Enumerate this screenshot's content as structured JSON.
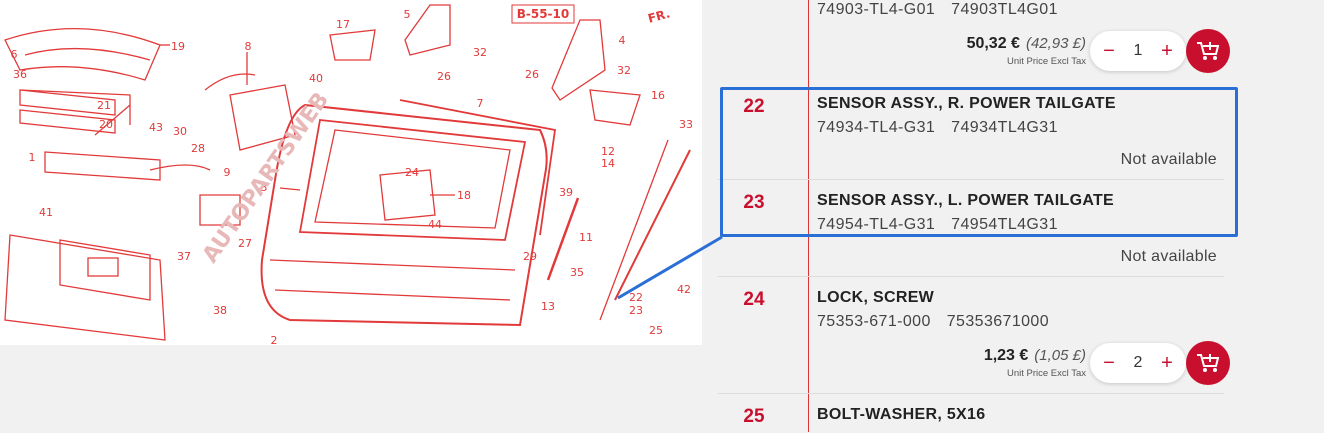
{
  "diagram": {
    "ref_label": "B-55-10",
    "direction_label": "FR.",
    "watermark": "AUTOPARTSWEB",
    "callouts": [
      "1",
      "2",
      "3",
      "4",
      "5",
      "6",
      "7",
      "8",
      "9",
      "11",
      "12",
      "13",
      "14",
      "16",
      "17",
      "18",
      "19",
      "20",
      "21",
      "22",
      "23",
      "24",
      "25",
      "26",
      "26",
      "27",
      "28",
      "29",
      "30",
      "32",
      "32",
      "33",
      "35",
      "36",
      "37",
      "38",
      "39",
      "40",
      "41",
      "42",
      "43",
      "44"
    ]
  },
  "rows": [
    {
      "num": "",
      "name": "",
      "code1": "74903-TL4-G01",
      "code2": "74903TL4G01",
      "price": "50,32 €",
      "price_alt": "(42,93 £)",
      "unit": "Unit Price Excl Tax",
      "qty": "1"
    },
    {
      "num": "22",
      "name": "SENSOR ASSY., R. POWER TAILGATE",
      "code1": "74934-TL4-G31",
      "code2": "74934TL4G31",
      "status": "Not available"
    },
    {
      "num": "23",
      "name": "SENSOR ASSY., L. POWER TAILGATE",
      "code1": "74954-TL4-G31",
      "code2": "74954TL4G31",
      "status": "Not available"
    },
    {
      "num": "24",
      "name": "LOCK, SCREW",
      "code1": "75353-671-000",
      "code2": "75353671000",
      "price": "1,23 €",
      "price_alt": "(1,05 £)",
      "unit": "Unit Price Excl Tax",
      "qty": "2"
    },
    {
      "num": "25",
      "name": "BOLT-WASHER, 5X16",
      "code1": "",
      "code2": ""
    }
  ],
  "icons": {
    "minus": "minus-icon",
    "plus": "plus-icon",
    "cart": "add-to-cart-icon"
  },
  "colors": {
    "accent": "#c8102e",
    "highlight": "#2a6fd6",
    "diagram_lines": "#e23a3a"
  }
}
